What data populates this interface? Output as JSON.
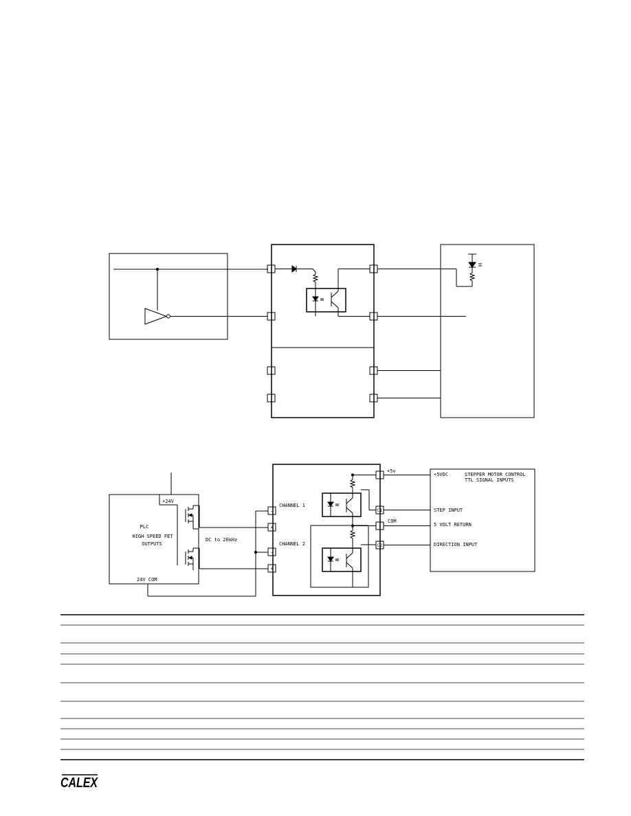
{
  "diagram2": {
    "plc_supply": "+24V",
    "plc_title": "PLC",
    "plc_line1": "HIGH SPEED FET",
    "plc_line2": "OUTPUTS",
    "plc_com": "24V COM",
    "signal": "DC to 20kHz",
    "ch1": "CHANNEL 1",
    "ch2": "CHANNEL 2",
    "minus": "−",
    "plus": "+",
    "out_plus5": "+5v",
    "out_c1": "C1",
    "out_com": "COM",
    "out_c2": "C2",
    "stepper_title1": "STEPPER MOTOR CONTROL",
    "stepper_title2": "TTL SIGNAL INPUTS",
    "in_plus5": "+5VDC",
    "in_step": "STEP INPUT",
    "in_return": "5 VOLT RETURN",
    "in_dir": "DIRECTION INPUT"
  },
  "footer": {
    "logo": "CALEX"
  }
}
